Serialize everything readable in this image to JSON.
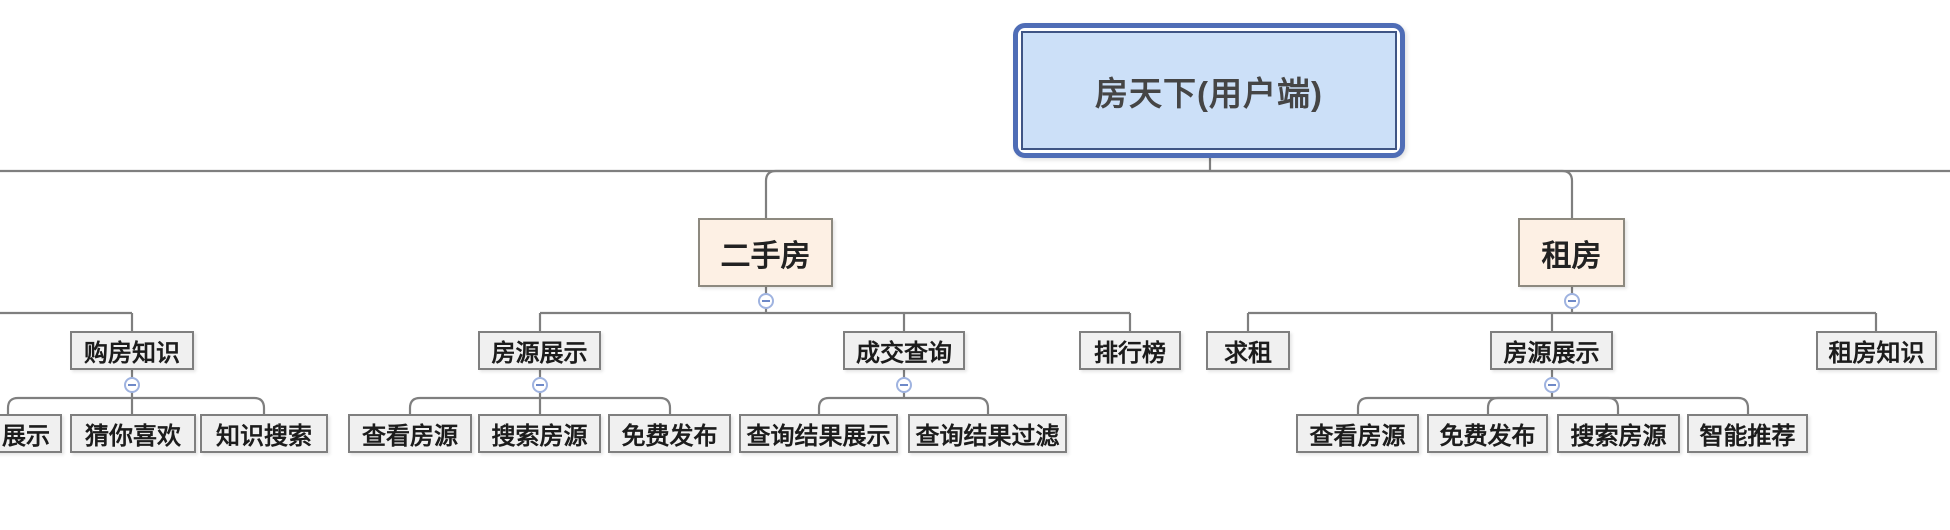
{
  "diagram_title": "房天下(用户端)",
  "labels": {
    "root": "房天下(用户端)",
    "ershoufang": "二手房",
    "zufang": "租房",
    "goufang_zhishi": "购房知识",
    "fangyuan_zhanshi_esf": "房源展示",
    "chengjiao_chaxun": "成交查询",
    "paihangbang": "排行榜",
    "qiuzu": "求租",
    "fangyuan_zhanshi_zf": "房源展示",
    "zufang_zhishi": "租房知识",
    "zhanshi_clipped": "展示",
    "cai_ni_xihuan": "猜你喜欢",
    "zhishi_sousuo": "知识搜索",
    "chakan_fangyuan_esf": "查看房源",
    "sousuo_fangyuan_esf": "搜索房源",
    "mianfei_fabu_esf": "免费发布",
    "chaxun_jieguo_zhanshi": "查询结果展示",
    "chaxun_jieguo_guolv": "查询结果过滤",
    "chakan_fangyuan_zf": "查看房源",
    "mianfei_fabu_zf": "免费发布",
    "sousuo_fangyuan_zf": "搜索房源",
    "zhineng_tuijian": "智能推荐"
  },
  "tree": {
    "root": {
      "children": [
        "ershoufang",
        "zufang"
      ]
    },
    "ershoufang": {
      "children": [
        "fangyuan_zhanshi_esf",
        "chengjiao_chaxun",
        "paihangbang"
      ]
    },
    "zufang": {
      "children": [
        "qiuzu",
        "fangyuan_zhanshi_zf",
        "zufang_zhishi"
      ]
    },
    "goufang_zhishi": {
      "children": [
        "zhanshi_clipped",
        "cai_ni_xihuan",
        "zhishi_sousuo"
      ]
    },
    "fangyuan_zhanshi_esf": {
      "children": [
        "chakan_fangyuan_esf",
        "sousuo_fangyuan_esf",
        "mianfei_fabu_esf"
      ]
    },
    "chengjiao_chaxun": {
      "children": [
        "chaxun_jieguo_zhanshi",
        "chaxun_jieguo_guolv"
      ]
    },
    "fangyuan_zhanshi_zf": {
      "children": [
        "chakan_fangyuan_zf",
        "mianfei_fabu_zf",
        "sousuo_fangyuan_zf",
        "zhineng_tuijian"
      ]
    }
  },
  "icons": {
    "collapse": "minus-circle-icon"
  },
  "colors": {
    "background": "#ffffff",
    "connector_line": "#7f7f7f",
    "root_fill": "#cce0f8",
    "root_outer_border": "#4f6db6",
    "root_inner_border": "#3f5585",
    "branch_fill": "#fdf0e4",
    "branch_border": "#8d897f",
    "leaf_fill": "#f0f0f0",
    "leaf_border": "#7f7f7f",
    "collapse_circle": "#9fb3e0",
    "collapse_minus": "#6e89c8",
    "text": "#1c1c1c"
  }
}
